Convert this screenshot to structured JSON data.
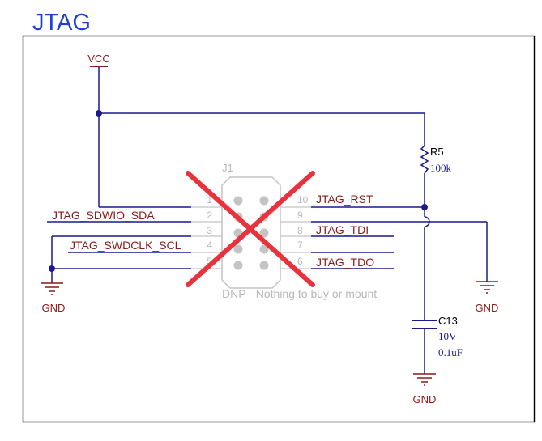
{
  "title": "JTAG",
  "colors": {
    "title": "#1f3fd6",
    "wire": "#1a1a8c",
    "net_label": "#8b1a1a",
    "power": "#8b1a1a",
    "value": "#1a1a8c",
    "dnp_cross": "#e8333d",
    "faded": "#b8b8b8",
    "border": "#000000"
  },
  "power": {
    "vcc_label": "VCC",
    "gnd_label": "GND"
  },
  "connector": {
    "refdes": "J1",
    "dnp_note": "DNP - Nothing to buy or mount",
    "left_pins": [
      "1",
      "2",
      "3",
      "4",
      "5"
    ],
    "right_pins": [
      "10",
      "9",
      "8",
      "7",
      "6"
    ]
  },
  "nets": {
    "sdwio": "JTAG_SDWIO_SDA",
    "swdclk": "JTAG_SWDCLK_SCL",
    "rst": "JTAG_RST",
    "tdi": "JTAG_TDI",
    "tdo": "JTAG_TDO"
  },
  "resistor": {
    "refdes": "R5",
    "value": "100k"
  },
  "capacitor": {
    "refdes": "C13",
    "voltage": "10V",
    "value": "0.1uF"
  }
}
